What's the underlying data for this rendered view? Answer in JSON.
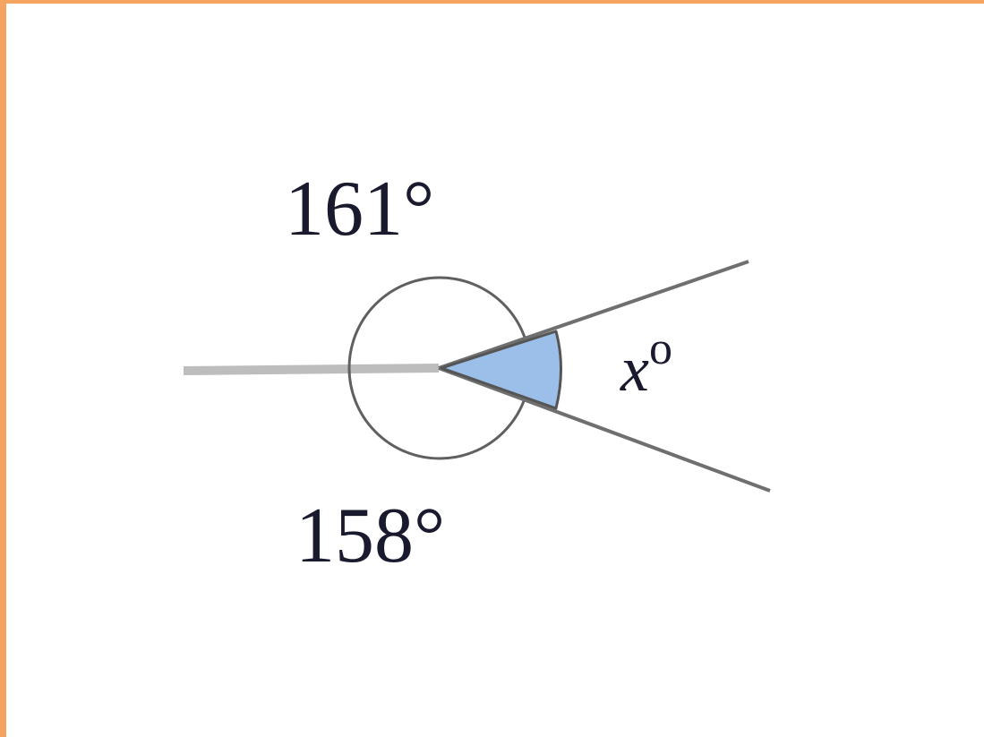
{
  "diagram": {
    "labels": {
      "upper_angle": "161°",
      "lower_angle": "158°",
      "unknown_angle_var": "x",
      "unknown_angle_deg": "o"
    },
    "angles_deg": {
      "upper": 161,
      "lower": 158
    },
    "colors": {
      "frame": "#f4a460",
      "wedge_fill": "#9bbfe8",
      "line": "#6f6f6f",
      "circle": "#606060",
      "text": "#1a1a2e"
    }
  }
}
